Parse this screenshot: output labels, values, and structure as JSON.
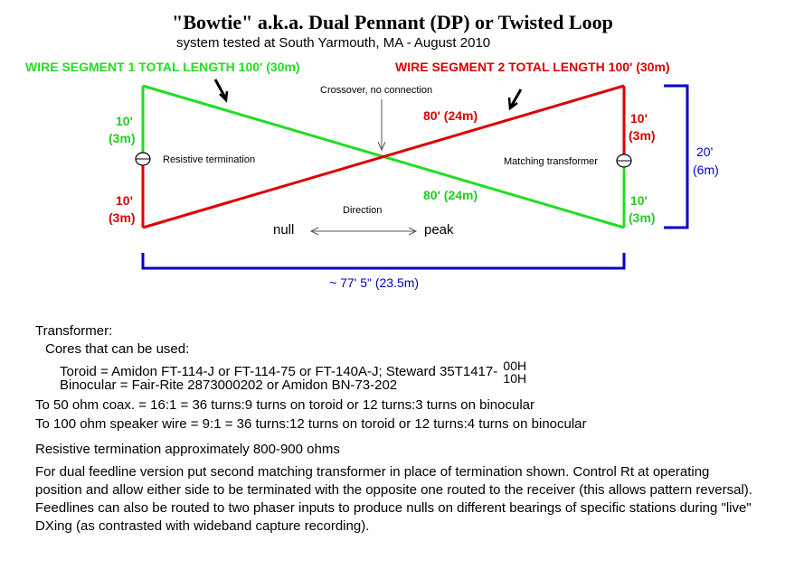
{
  "title": "\"Bowtie\" a.k.a. Dual Pennant (DP) or Twisted Loop",
  "subtitle": "system tested at South Yarmouth, MA - August 2010",
  "diagram": {
    "segment1_label": "WIRE SEGMENT 1 TOTAL LENGTH 100' (30m)",
    "segment2_label": "WIRE SEGMENT 2 TOTAL LENGTH 100' (30m)",
    "crossover": "Crossover, no connection",
    "left_top_ft": "10'",
    "left_top_m": "(3m)",
    "left_bottom_ft": "10'",
    "left_bottom_m": "(3m)",
    "right_top_ft": "10'",
    "right_top_m": "(3m)",
    "right_bottom_ft": "10'",
    "right_bottom_m": "(3m)",
    "diag_red": "80' (24m)",
    "diag_green": "80' (24m)",
    "resistive": "Resistive termination",
    "matching": "Matching transformer",
    "height_ft": "20'",
    "height_m": "(6m)",
    "direction": "Direction",
    "null": "null",
    "peak": "peak",
    "width": "~ 77' 5\" (23.5m)",
    "colors": {
      "green": "#22dd22",
      "red": "#dd0000",
      "blue": "#0000cc"
    }
  },
  "notes": {
    "transformer": "Transformer:",
    "cores": "Cores that can be used:",
    "toroid": "Toroid = Amidon FT-114-J or FT-114-75 or FT-140A-J; Steward  35T1417-",
    "toroid_sup": "00H",
    "toroid_sub": "10H",
    "binocular": "Binocular = Fair-Rite 2873000202 or Amidon BN-73-202",
    "coax": "To 50 ohm coax. = 16:1 = 36 turns:9 turns on toroid or 12 turns:3 turns on binocular",
    "speaker": "To 100 ohm speaker wire = 9:1 = 36 turns:12 turns on toroid or 12 turns:4 turns on binocular",
    "resistive_note": "Resistive termination approximately 800-900 ohms",
    "dual_feed": "For dual feedline version put second matching transformer in place of termination shown.  Control Rt at operating position and allow either side to be terminated with the opposite one routed to the receiver (this allows pattern reversal).  Feedlines can also be routed to two phaser inputs to produce nulls on different bearings of specific stations during \"live\" DXing (as contrasted with wideband capture recording)."
  }
}
